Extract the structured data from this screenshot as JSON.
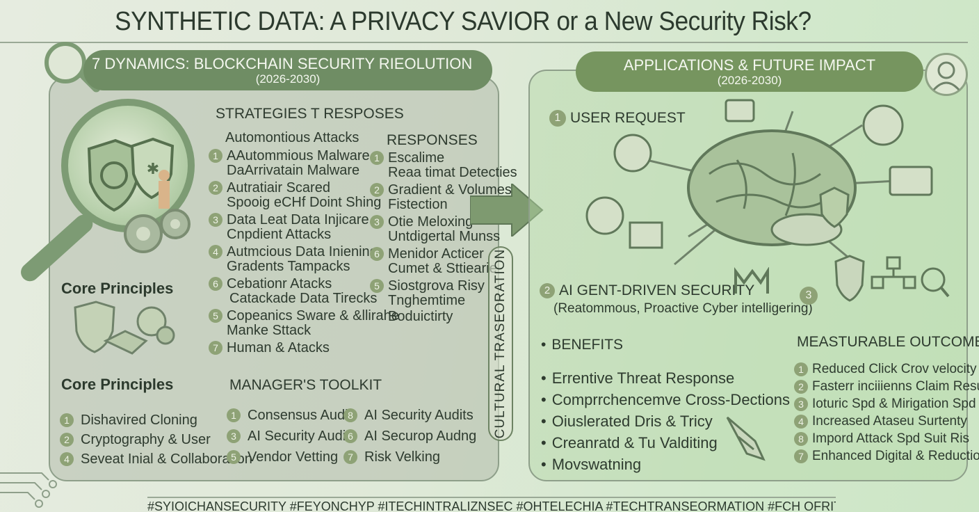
{
  "title": "SYNTHETIC DATA: A PRIVACY SAVIOR or a New Security Risk?",
  "left": {
    "banner_title": "7 DYNAMICS: BLOCKCHAIN SECURITY RIEOLUTION",
    "banner_years": "(2026-2030)",
    "strategies_header": "STRATEGIES T RESPOSES",
    "attacks_subheader": "Automontious Attacks",
    "attacks": [
      {
        "n": "1",
        "lines": [
          "AAutommious Malware",
          "DaArrivatain Malware"
        ]
      },
      {
        "n": "2",
        "lines": [
          "Autratiair Scared",
          "Spooig eCHf Doint Shing"
        ]
      },
      {
        "n": "3",
        "lines": [
          "Data Leat Data Injicare",
          "Cnpdient Attacks"
        ]
      },
      {
        "n": "4",
        "lines": [
          "Autmcious Data Iniening",
          "Gradents Tampacks"
        ]
      },
      {
        "n": "6",
        "lines": [
          "Cebationr Atacks",
          "Catackade Data Tirecks"
        ]
      },
      {
        "n": "5",
        "lines": [
          "Copeanics Sware & &llirahe",
          "Manke Sttack"
        ]
      },
      {
        "n": "7",
        "lines": [
          "Human & Atacks"
        ]
      }
    ],
    "responses_header": "RESPONSES",
    "responses": [
      {
        "n": "1",
        "lines": [
          "Escalime",
          "Reaa timat Detecties"
        ]
      },
      {
        "n": "2",
        "lines": [
          "Gradient & Volumes",
          "Fistection"
        ]
      },
      {
        "n": "3",
        "lines": [
          "Otie Meloxing",
          "Untdigertal Munss"
        ]
      },
      {
        "n": "6",
        "lines": [
          "Menidor Acticer",
          "Cumet & Sttiearie"
        ]
      },
      {
        "n": "5",
        "lines": [
          "Siostgrova Risy",
          "Tnghemtime",
          "Boduictirty"
        ]
      }
    ],
    "core_principles_1": "Core Principles",
    "core_principles_2": "Core Principles",
    "principles": [
      {
        "n": "1",
        "label": "Dishavired Cloning"
      },
      {
        "n": "2",
        "label": "Cryptography & User"
      },
      {
        "n": "4",
        "label": "Seveat Inial & Collaboration"
      }
    ],
    "toolkit_header": "MANAGER'S TOOLKIT",
    "toolkit_col1": [
      {
        "n": "1",
        "label": "Consensus Audit"
      },
      {
        "n": "3",
        "label": "AI Security Audits"
      },
      {
        "n": "5",
        "label": "Vendor Vetting"
      }
    ],
    "toolkit_col2": [
      {
        "n": "8",
        "label": "AI Security Audits"
      },
      {
        "n": "6",
        "label": "AI Securop Audng"
      },
      {
        "n": "7",
        "label": "Risk Velking"
      }
    ]
  },
  "cultural": "CULTURAL TRASEORATION",
  "right": {
    "banner_title": "APPLICATIONS & FUTURE IMPACT",
    "banner_years": "(2026-2030)",
    "user_request_n": "1",
    "user_request": "USER REQUEST",
    "ai_agent_n": "2",
    "ai_agent": "AI GENT-DRIVEN SECURITY",
    "ai_agent_sub": "(Reatommous, Proactive Cyber intelligering)",
    "step3": "3",
    "benefits_header": "BENEFITS",
    "benefits": [
      "Errentive Threat Response",
      "Comprrchencemve Cross-Dections",
      "Oiuslerated Dris & Tricy",
      "Creanratd & Tu Valditing",
      "Movswatning"
    ],
    "outcomes_header": "MEASTURABLE OUTCOMES",
    "outcomes": [
      {
        "n": "1",
        "label": "Reduced Click Crov velocity"
      },
      {
        "n": "2",
        "label": "Fasterr inciiienns Claim Resuce"
      },
      {
        "n": "3",
        "label": "Ioturic Spd & Mirigation Spd"
      },
      {
        "n": "4",
        "label": "Increased Ataseu Surtenty"
      },
      {
        "n": "8",
        "label": "Impord Attack Spd Suit Ris"
      },
      {
        "n": "7",
        "label": "Enhanced Digital & Reduction"
      }
    ]
  },
  "footer": "#SYIOICHANSECURITY #FEYONCHYP #ITECHINTRALIZNSEC #OHTELECHIA #TECHTRANSEORMATION #FCH OFRIT #LLEUREOTTECH",
  "colors": {
    "banner_left": "#6f8d64",
    "banner_right": "#76955f",
    "accent": "#8ea276"
  }
}
